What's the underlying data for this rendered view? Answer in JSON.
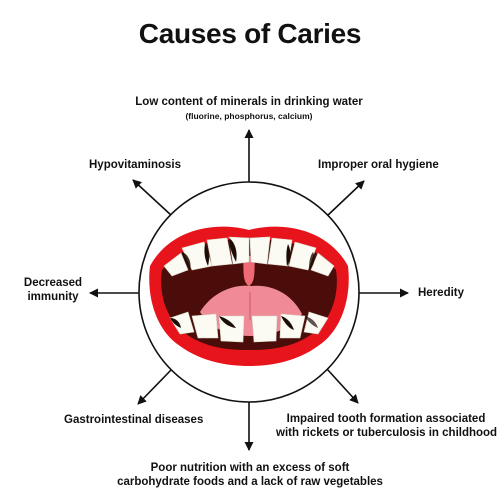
{
  "title": "Causes of Caries",
  "causes": {
    "minerals": {
      "text": "Low content of minerals in drinking water",
      "sub": "(fluorine, phosphorus, calcium)"
    },
    "hypovitaminosis": "Hypovitaminosis",
    "hygiene": "Improper oral hygiene",
    "immunity_1": "Decreased",
    "immunity_2": "immunity",
    "heredity": "Heredity",
    "gastro": "Gastrointestinal diseases",
    "tooth_formation_1": "Impaired tooth formation associated",
    "tooth_formation_2": "with rickets or tuberculosis in childhood",
    "nutrition_1": "Poor nutrition with an excess of soft",
    "nutrition_2": "carbohydrate foods and a lack of raw vegetables"
  },
  "stock_id": "328017959",
  "colors": {
    "lips": "#e8141b",
    "mouth_dark": "#4a0d0a",
    "tongue": "#ef8a96",
    "teeth": "#fbfbf3",
    "caries": "#1d0d05",
    "arrow": "#111111"
  }
}
